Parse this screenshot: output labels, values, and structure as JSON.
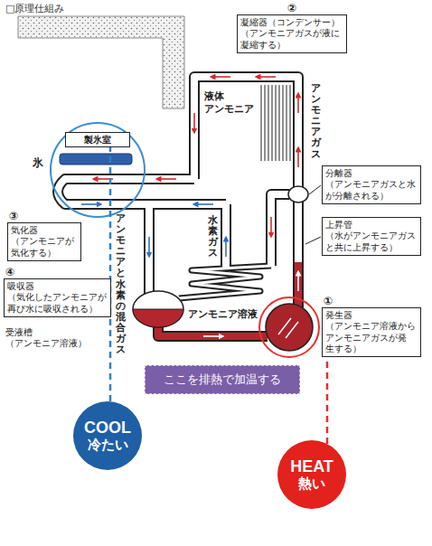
{
  "diagram": {
    "nodes": [
      {
        "text": [
          "製氷室"
        ]
      },
      {
        "text": [
          "②",
          "凝縮器（コンデンサー） （アンモニアガスが液に 凝縮する）"
        ]
      },
      {
        "text": [
          "③",
          "気化器 （アンモニアが 気化する）"
        ]
      },
      {
        "text": [
          "④",
          "吸収器 （気化したアンモニアが 再び水に吸収される）"
        ]
      },
      {
        "text": [
          "分離器 （アンモニアガスと水 が分離される）"
        ]
      },
      {
        "text": [
          "上昇管 （水がアンモニアガス と共に上昇する）"
        ]
      },
      {
        "text": [
          "①",
          "発生器 （アンモニア溶液から アンモニアガスが発 生する）"
        ]
      },
      {
        "text": [
          "ここを排熱で加温する"
        ]
      },
      {
        "text": [
          "COOL",
          "冷たい"
        ]
      },
      {
        "text": [
          "HEAT",
          "熱い"
        ]
      }
    ],
    "edges": [
      {
        "from": 8,
        "to": 0,
        "arrow": "none"
      },
      {
        "from": 9,
        "to": 6,
        "arrow": "none"
      }
    ],
    "labels": [
      "□原理仕組み",
      "氷",
      "アンモニアガス",
      "液体 アンモニア",
      "水素ガス",
      "アンモニアと水素の混合ガス",
      "受液槽 （アンモニア溶液）",
      "アンモニア溶液"
    ]
  }
}
